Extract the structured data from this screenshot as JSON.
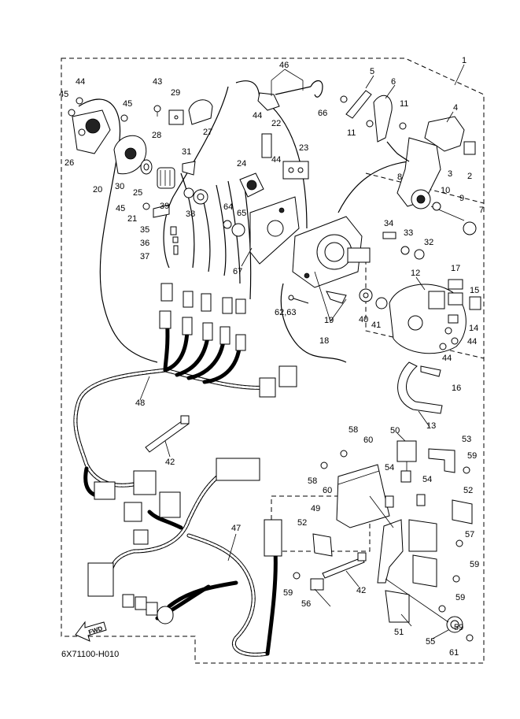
{
  "diagram": {
    "drawing_code": "6X71100-H010",
    "fwd_label": "FWD",
    "callouts": {
      "c1": "1",
      "c2": "2",
      "c3": "3",
      "c4": "4",
      "c5": "5",
      "c6": "6",
      "c7": "7",
      "c8": "8",
      "c9": "9",
      "c10": "10",
      "c11a": "11",
      "c11b": "11",
      "c12": "12",
      "c13": "13",
      "c14": "14",
      "c15": "15",
      "c16": "16",
      "c17": "17",
      "c18": "18",
      "c19": "19",
      "c20": "20",
      "c21": "21",
      "c22": "22",
      "c23": "23",
      "c24": "24",
      "c25": "25",
      "c26": "26",
      "c27": "27",
      "c28": "28",
      "c29": "29",
      "c30": "30",
      "c31": "31",
      "c32": "32",
      "c33": "33",
      "c34": "34",
      "c35": "35",
      "c36": "36",
      "c37": "37",
      "c38": "38",
      "c39": "39",
      "c40": "40",
      "c41": "41",
      "c42a": "42",
      "c42b": "42",
      "c43": "43",
      "c44a": "44",
      "c44b": "44",
      "c44c": "44",
      "c44d": "44",
      "c44e": "44",
      "c45a": "45",
      "c45b": "45",
      "c45c": "45",
      "c46": "46",
      "c47": "47",
      "c48": "48",
      "c49": "49",
      "c50": "50",
      "c51": "51",
      "c52a": "52",
      "c52b": "52",
      "c53": "53",
      "c54a": "54",
      "c54b": "54",
      "c55": "55",
      "c56": "56",
      "c57": "57",
      "c58a": "58",
      "c58b": "58",
      "c59a": "59",
      "c59b": "59",
      "c59c": "59",
      "c59d": "59",
      "c59e": "59",
      "c60a": "60",
      "c60b": "60",
      "c61": "61",
      "c6263": "62,63",
      "c64": "64",
      "c65": "65",
      "c66": "66",
      "c67": "67"
    }
  }
}
